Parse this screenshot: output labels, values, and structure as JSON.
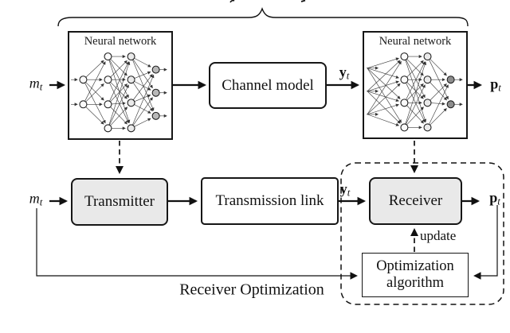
{
  "colors": {
    "box_fill_gray": "#e9e9e9",
    "line": "#111111",
    "nn_node_white": "#fafafa",
    "nn_node_light": "#eaeaea",
    "nn_node_mid": "#b9b9b9",
    "nn_node_dark": "#8d8d8d"
  },
  "row1": {
    "input": {
      "base": "m",
      "sub": "t"
    },
    "nn_left_title": "Neural network",
    "channel_label": "Channel model",
    "signal": {
      "base": "y",
      "sub": "t"
    },
    "nn_right_title": "Neural network",
    "output": {
      "base": "p",
      "sub": "t"
    }
  },
  "row2": {
    "input": {
      "base": "m",
      "sub": "t"
    },
    "transmitter_label": "Transmitter",
    "link_label": "Transmission link",
    "signal": {
      "base": "y",
      "sub": "t"
    },
    "receiver_label": "Receiver",
    "output": {
      "base": "p",
      "sub": "t"
    }
  },
  "optimizer": {
    "label_line1": "Optimization",
    "label_line2": "algorithm",
    "update_label": "update"
  },
  "caption": "Receiver Optimization"
}
